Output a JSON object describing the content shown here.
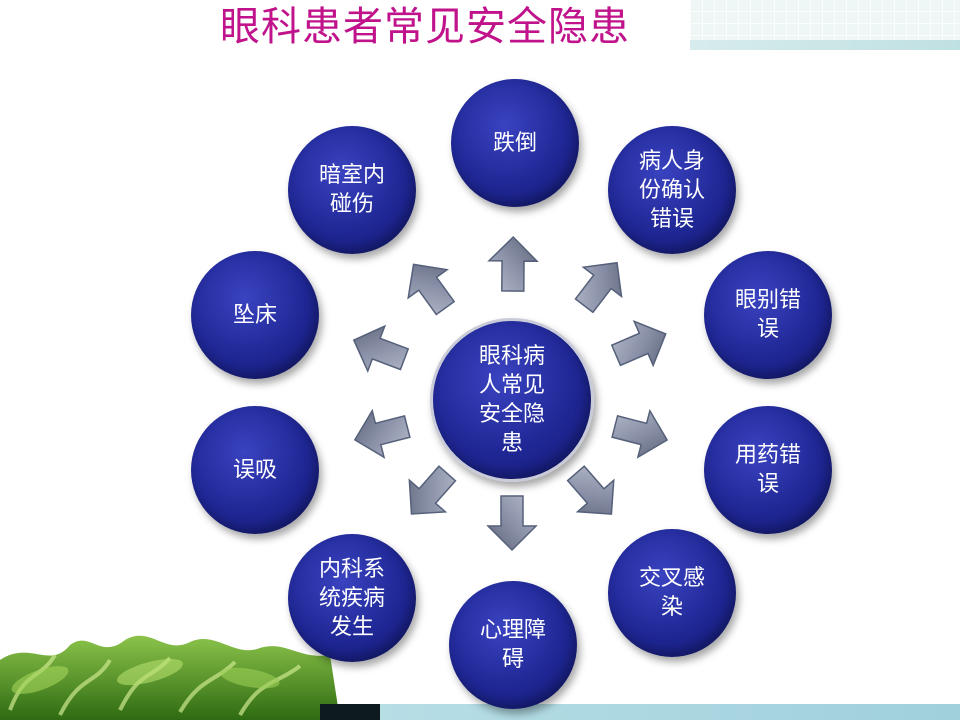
{
  "title": "眼科患者常见安全隐患",
  "center": {
    "label": "眼科病\n人常见\n安全隐\n患"
  },
  "nodes": [
    {
      "id": "fall",
      "label": "跌倒"
    },
    {
      "id": "identity-error",
      "label": "病人身\n份确认\n错误"
    },
    {
      "id": "wrong-eye",
      "label": "眼别错\n误"
    },
    {
      "id": "medication-error",
      "label": "用药错\n误"
    },
    {
      "id": "cross-infection",
      "label": "交叉感\n染"
    },
    {
      "id": "psychological-barrier",
      "label": "心理障\n碍"
    },
    {
      "id": "internal-disease",
      "label": "内科系\n统疾病\n发生"
    },
    {
      "id": "aspiration",
      "label": "误吸"
    },
    {
      "id": "bed-fall",
      "label": "坠床"
    },
    {
      "id": "dark-room-injury",
      "label": "暗室内\n碰伤"
    }
  ],
  "colors": {
    "title": "#c0138b",
    "node_fill": "#1f2795",
    "arrow_fill": "#8a91a8",
    "node_text": "#ffffff"
  }
}
